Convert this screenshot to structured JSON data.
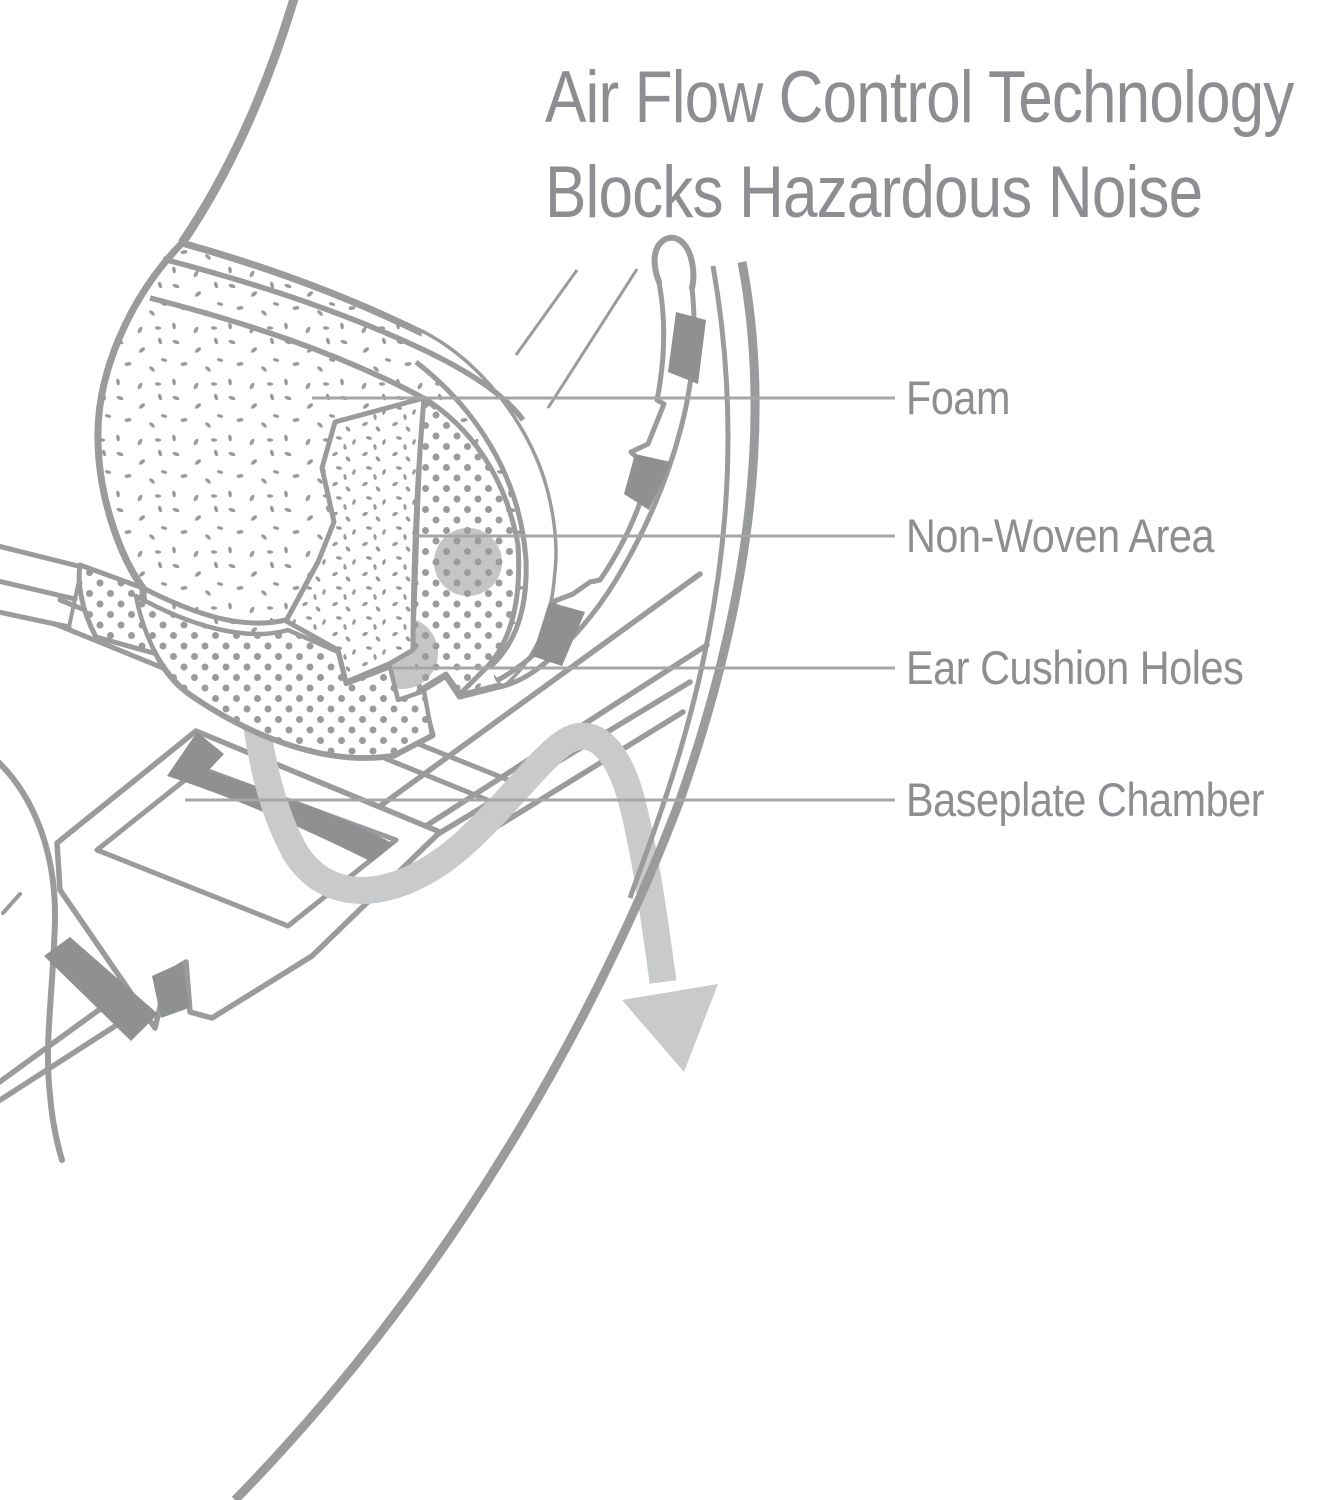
{
  "title": {
    "line1": "Air Flow Control Technology",
    "line2": "Blocks Hazardous Noise"
  },
  "diagram": {
    "labels": [
      {
        "text": "Foam"
      },
      {
        "text": "Non-Woven Area"
      },
      {
        "text": "Ear Cushion Holes"
      },
      {
        "text": "Baseplate Chamber"
      }
    ],
    "icons": [
      "air-flow-arrow-icon"
    ]
  },
  "colors": {
    "line": "#9a9b9d",
    "text": "#8d8e91",
    "leader": "#a5a6a8",
    "arrow": "#c9cacb",
    "shadow": "#8f9092",
    "highlight": "#c4c5c6"
  }
}
